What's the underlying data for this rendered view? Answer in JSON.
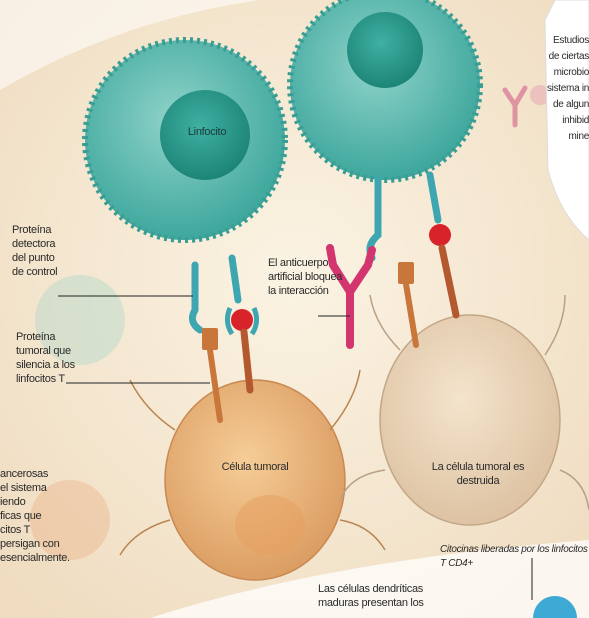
{
  "labels": {
    "linfocito": "Linfocito",
    "proteina_detectora": "Proteína\ndetectora\ndel punto\nde control",
    "proteina_tumoral": "Proteína\ntumoral que\nsilencia a los\nlinfocitos T",
    "anticuerpo": "El anticuerpo\nartificial bloquea\nla interacción",
    "celula_tumoral": "Célula tumoral",
    "celula_destruida": "La célula tumoral es destruida",
    "left_partial": "ancerosas\nel sistema\niendo\nficas que\ncitos T\npersigan con\nesencialmente.",
    "top_right_partial": "Estudios\nde ciertas\nmicrobio\nsistema in\nde algun\ninhibid\nmine",
    "citocinas": "Citocinas liberadas por los linfocitos T CD4+",
    "dendriticas": "Las células dendríticas\nmaduras presentan los"
  },
  "colors": {
    "background": "#f6ecd8",
    "lymphocyte": "#5fb9b1",
    "lymphocyte_nucleus": "#2f9d90",
    "tumor_cell": "#e9b47e",
    "destroyed_cell": "#ead2b4",
    "antibody": "#d3356f",
    "receptor": "#4ab0b8",
    "ligand": "#c9763a",
    "red_dot": "#d8232a"
  }
}
